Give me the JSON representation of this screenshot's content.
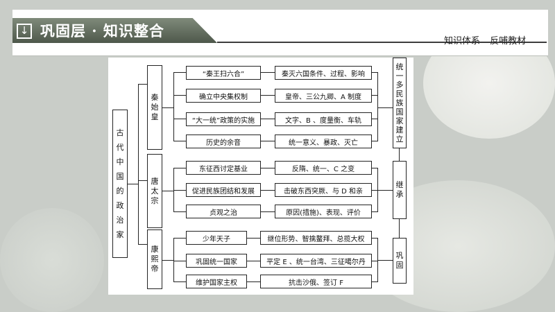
{
  "header": {
    "title": "巩固层 · 知识整合",
    "arrow_icon": "↓",
    "link_1": "知识体系",
    "link_2": "反哺教材"
  },
  "diagram": {
    "root": "古代中国的政治家",
    "figures": [
      {
        "name": "秦始皇",
        "items": [
          {
            "topic": "“秦王扫六合”",
            "detail": "秦灭六国条件、过程、影响"
          },
          {
            "topic": "确立中央集权制",
            "detail": "皇帝、三公九卿、A 制度"
          },
          {
            "topic": "“大一统”政策的实施",
            "detail": "文字、B 、度量衡、车轨"
          },
          {
            "topic": "历史的余音",
            "detail": "统一意义、暴政、灭亡"
          }
        ],
        "outcome": "统一多民族国家建立"
      },
      {
        "name": "唐太宗",
        "items": [
          {
            "topic": "东征西讨定基业",
            "detail": "反隋、统一、C 之变"
          },
          {
            "topic": "促进民族团结和发展",
            "detail": "击破东西突厥、与 D 和亲"
          },
          {
            "topic": "贞观之治",
            "detail": "原因(措施)、表现、评价"
          }
        ],
        "outcome": "继承"
      },
      {
        "name": "康熙帝",
        "items": [
          {
            "topic": "少年天子",
            "detail": "继位形势、智擒鳌拜、总揽大权"
          },
          {
            "topic": "巩固统一国家",
            "detail": "平定 E 、统一台湾、三征噶尔丹"
          },
          {
            "topic": "维护国家主权",
            "detail": "抗击沙俄、签订 F"
          }
        ],
        "outcome": "巩固"
      }
    ]
  }
}
